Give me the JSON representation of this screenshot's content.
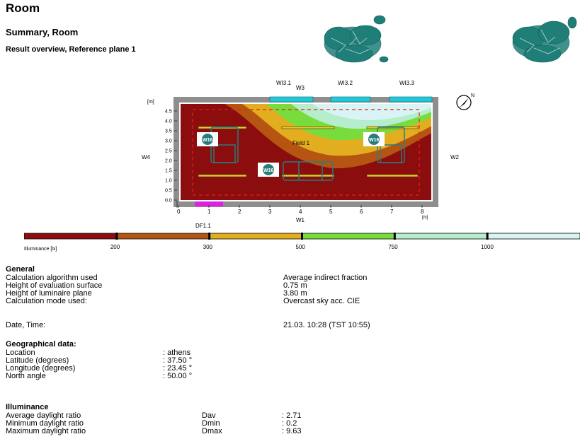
{
  "header": {
    "title": "Room",
    "subtitle": "Summary, Room",
    "section": "Result overview, Reference plane 1"
  },
  "plan": {
    "unit_label": "[m]",
    "y_ticks": [
      "4.5",
      "4.0",
      "3.5",
      "3.0",
      "2.5",
      "2.0",
      "1.5",
      "1.0",
      "0.5",
      "0.0"
    ],
    "x_ticks": [
      "0",
      "1",
      "2",
      "3",
      "4",
      "5",
      "6",
      "7",
      "8"
    ],
    "x_unit": "[m]",
    "walls": {
      "w1": "W1",
      "w2": "W2",
      "w3": "W3",
      "w4": "W4"
    },
    "windows": [
      "WI3.1",
      "WI3.2",
      "WI3.3"
    ],
    "door": "DF1.1",
    "field_label": "Field 1",
    "luminaire_labels": [
      "W16",
      "W16",
      "W16"
    ],
    "north": "N"
  },
  "legend": {
    "caption": "Illuminance [lx]",
    "ticks": [
      "200",
      "300",
      "500",
      "750",
      "1000"
    ],
    "colors": [
      "#8b0d0d",
      "#b65412",
      "#e3ad20",
      "#78dd3c",
      "#b6edcc",
      "#d9f4f4"
    ]
  },
  "general": {
    "heading": "General",
    "rows": [
      {
        "label": "Calculation algorithm used",
        "value": "Average indirect fraction"
      },
      {
        "label": "Height of evaluation surface",
        "value": "0.75 m"
      },
      {
        "label": "Height of luminaire plane",
        "value": "3.80 m"
      },
      {
        "label": "Calculation mode used:",
        "value": "Overcast sky acc. CIE"
      }
    ],
    "date_label": "Date, Time:",
    "date_value": "21.03.  10:28 (TST 10:55)"
  },
  "geo": {
    "heading": "Geographical data:",
    "rows": [
      {
        "label": "Location",
        "value": ": athens"
      },
      {
        "label": "Latitude (degrees)",
        "value": ": 37.50 °"
      },
      {
        "label": "Longitude (degrees)",
        "value": ": 23.45 °"
      },
      {
        "label": "North angle",
        "value": ": 50.00 °"
      }
    ]
  },
  "illuminance": {
    "heading": "Illuminance",
    "rows": [
      {
        "label": "Average daylight ratio",
        "symbol": "Dav",
        "value": ": 2.71"
      },
      {
        "label": "Minimum daylight ratio",
        "symbol": "Dmin",
        "value": ": 0.2"
      },
      {
        "label": "Maximum daylight ratio",
        "symbol": "Dmax",
        "value": ": 9.63"
      }
    ]
  }
}
